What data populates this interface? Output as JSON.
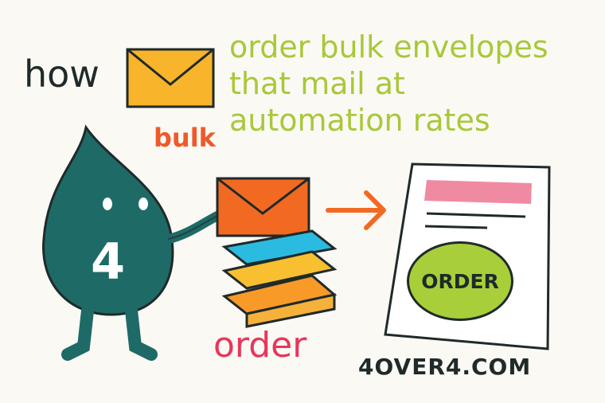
{
  "intro_word": "how",
  "headline": {
    "line1": "order bulk envelopes",
    "line2": "that mail at",
    "line3": "automation rates"
  },
  "bulk_label": "bulk",
  "mascot_number": "4",
  "order_label": "order",
  "order_button_label": "ORDER",
  "website": "4OVER4.COM",
  "colors": {
    "headline": "#a8c83a",
    "mascot": "#1e6a66",
    "bulk": "#ee5a2a",
    "order": "#e8365a",
    "button": "#a8cf3a"
  }
}
